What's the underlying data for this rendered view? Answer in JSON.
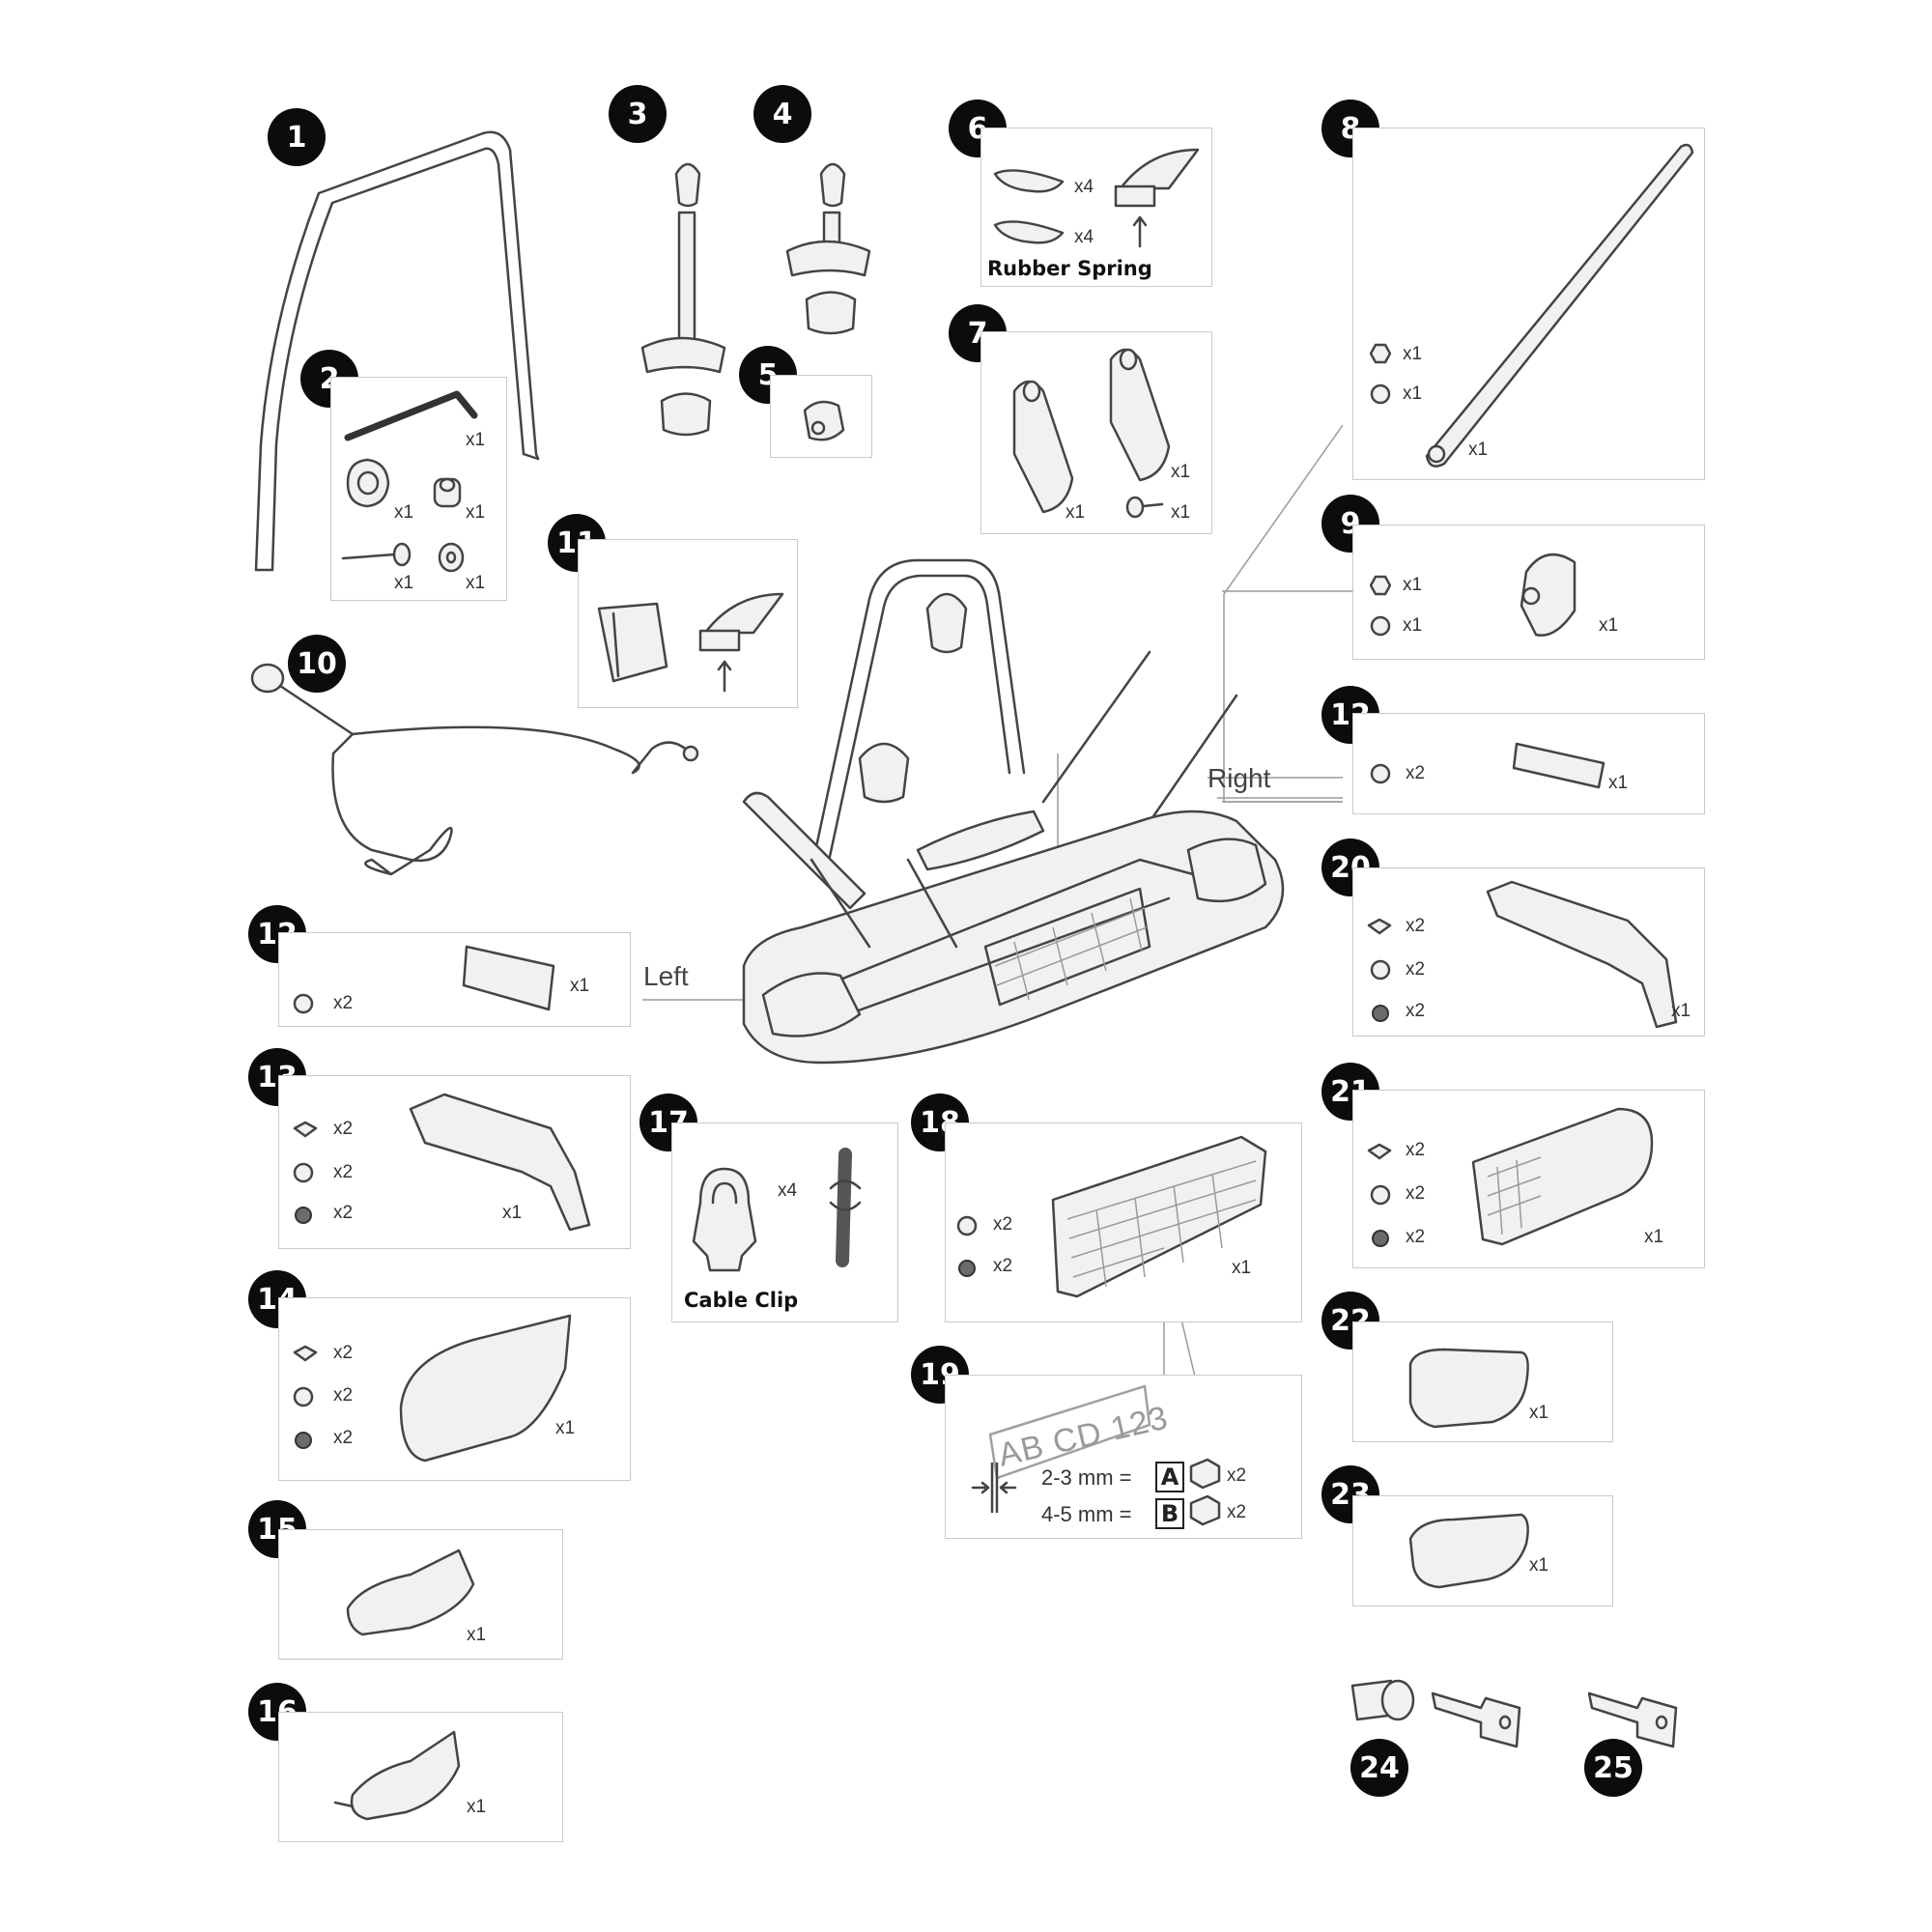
{
  "badges": {
    "b1": "1",
    "b2": "2",
    "b3": "3",
    "b4": "4",
    "b5": "5",
    "b6": "6",
    "b7": "7",
    "b8": "8",
    "b9": "9",
    "b10": "10",
    "b11": "11",
    "b12a": "12",
    "b12b": "12",
    "b13": "13",
    "b14": "14",
    "b15": "15",
    "b16": "16",
    "b17": "17",
    "b18": "18",
    "b19": "19",
    "b20": "20",
    "b21": "21",
    "b22": "22",
    "b23": "23",
    "b24": "24",
    "b25": "25"
  },
  "captions": {
    "rubber_spring": "Rubber Spring",
    "cable_clip": "Cable Clip"
  },
  "sides": {
    "left": "Left",
    "right": "Right"
  },
  "qty": {
    "x1": "x1",
    "x2": "x2",
    "x4": "x4"
  },
  "plate": {
    "text": "AB CD 123",
    "row_a": "2-3 mm =",
    "row_b": "4-5 mm =",
    "letter_a": "A",
    "letter_b": "B"
  }
}
